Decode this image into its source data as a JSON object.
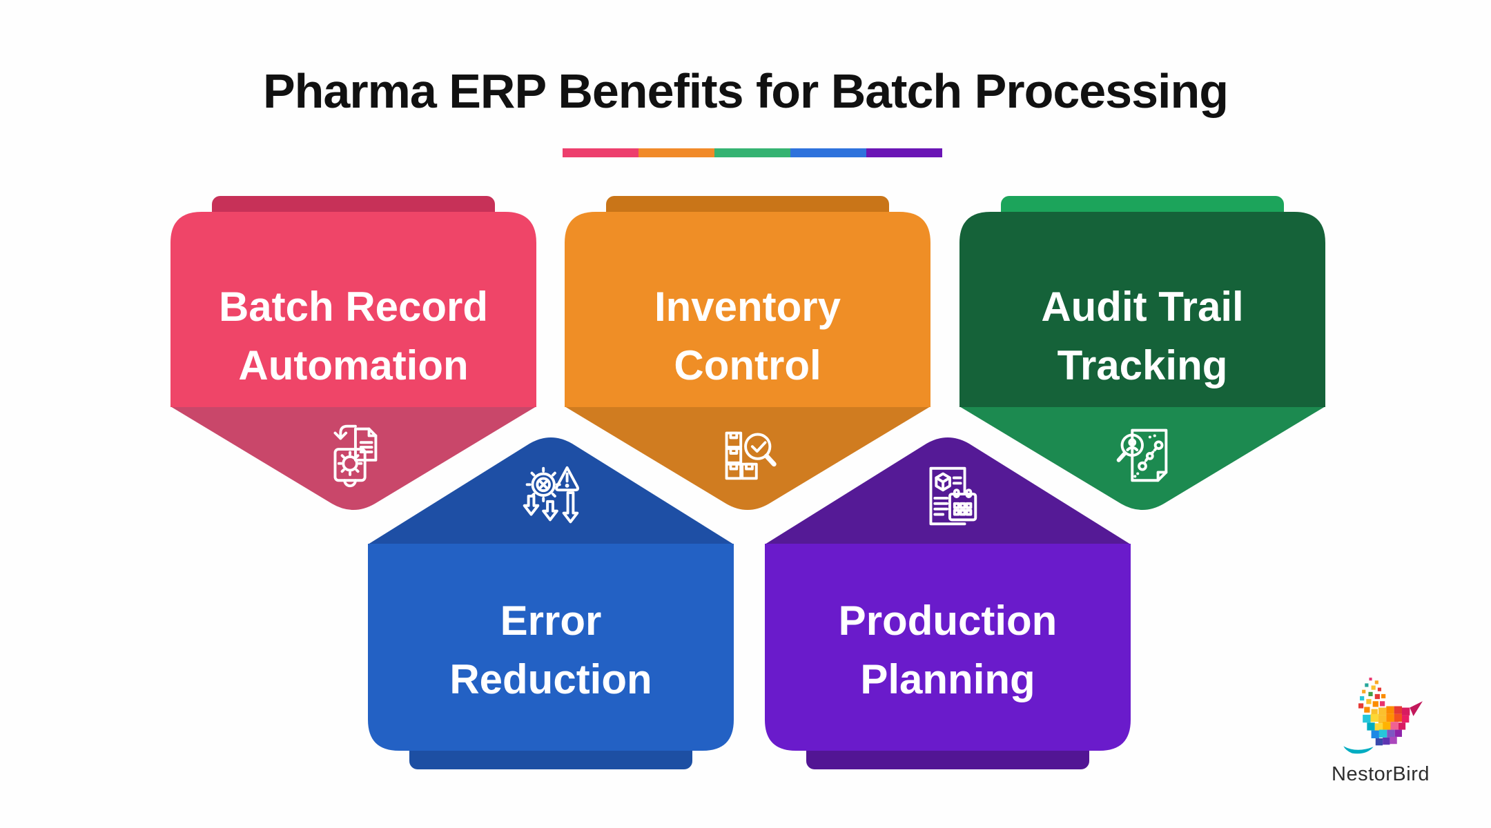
{
  "background": "#FEFEFE",
  "title": {
    "text": "Pharma ERP Benefits for Batch Processing",
    "color": "#111111"
  },
  "divider": {
    "colors": [
      "#ED3F6D",
      "#F18A29",
      "#35B372",
      "#2E72DC",
      "#6A15B5"
    ]
  },
  "cards": [
    {
      "id": "batch-record-automation",
      "line1": "Batch Record",
      "line2": "Automation",
      "orientation": "point-down",
      "icon": "document-sync-gear-icon",
      "colors": {
        "tab": "#C73158",
        "body": "#EF4568",
        "point": "#C9476A"
      }
    },
    {
      "id": "inventory-control",
      "line1": "Inventory",
      "line2": "Control",
      "orientation": "point-down",
      "icon": "inventory-boxes-magnifier-icon",
      "colors": {
        "tab": "#C97518",
        "body": "#EF8E26",
        "point": "#D07C20"
      }
    },
    {
      "id": "audit-trail-tracking",
      "line1": "Audit Trail",
      "line2": "Tracking",
      "orientation": "point-down",
      "icon": "audit-document-magnifier-icon",
      "colors": {
        "tab": "#1CA45B",
        "body": "#156239",
        "point": "#1C8A50"
      }
    },
    {
      "id": "error-reduction",
      "line1": "Error",
      "line2": "Reduction",
      "orientation": "point-up",
      "icon": "gear-warning-arrows-icon",
      "colors": {
        "tab": "#1D4FA3",
        "body": "#2361C4",
        "point": "#1E4FA5"
      }
    },
    {
      "id": "production-planning",
      "line1": "Production",
      "line2": "Planning",
      "orientation": "point-up",
      "icon": "document-cube-calendar-icon",
      "colors": {
        "tab": "#521594",
        "body": "#6A1BCB",
        "point": "#551A96"
      }
    }
  ],
  "footer": {
    "brand": "NestorBird",
    "text_color": "#2E2E2E"
  }
}
